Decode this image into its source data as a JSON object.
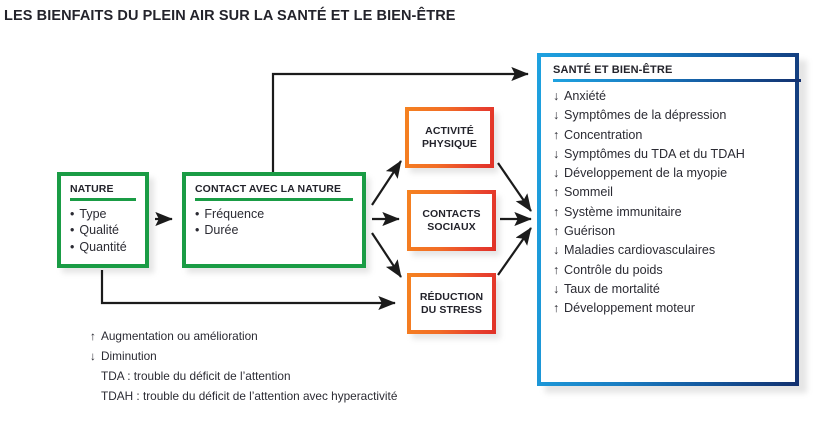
{
  "title": "LES BIENFAITS DU PLEIN AIR SUR LA SANTÉ ET LE BIEN-ÊTRE",
  "colors": {
    "green": "#1a9c45",
    "orange": "#f58220",
    "red": "#e03127",
    "blue_light": "#1ea2e0",
    "blue_dark": "#13306e",
    "text": "#2b2b33",
    "background": "#ffffff"
  },
  "nature_box": {
    "heading": "NATURE",
    "items": [
      "Type",
      "Qualité",
      "Quantité"
    ]
  },
  "contact_box": {
    "heading": "CONTACT AVEC LA NATURE",
    "items": [
      "Fréquence",
      "Durée"
    ]
  },
  "mediators": [
    {
      "line1": "ACTIVITÉ",
      "line2": "PHYSIQUE"
    },
    {
      "line1": "CONTACTS",
      "line2": "SOCIAUX"
    },
    {
      "line1": "RÉDUCTION",
      "line2": "DU STRESS"
    }
  ],
  "health_box": {
    "heading": "SANTÉ ET BIEN-ÊTRE",
    "items": [
      {
        "glyph": "↓",
        "label": "Anxiété"
      },
      {
        "glyph": "↓",
        "label": "Symptômes de la dépression"
      },
      {
        "glyph": "↑",
        "label": "Concentration"
      },
      {
        "glyph": "↓",
        "label": "Symptômes du TDA et du TDAH"
      },
      {
        "glyph": "↓",
        "label": "Développement de la myopie"
      },
      {
        "glyph": "↑",
        "label": "Sommeil"
      },
      {
        "glyph": "↑",
        "label": "Système immunitaire"
      },
      {
        "glyph": "↑",
        "label": "Guérison"
      },
      {
        "glyph": "↓",
        "label": "Maladies cardiovasculaires"
      },
      {
        "glyph": "↑",
        "label": "Contrôle du poids"
      },
      {
        "glyph": "↓",
        "label": "Taux de mortalité"
      },
      {
        "glyph": "↑",
        "label": "Développement moteur"
      }
    ]
  },
  "legend": [
    {
      "glyph": "↑",
      "label": "Augmentation ou amélioration"
    },
    {
      "glyph": "↓",
      "label": "Diminution"
    },
    {
      "glyph": "",
      "label": "TDA : trouble du déficit de l’attention"
    },
    {
      "glyph": "",
      "label": "TDAH : trouble du déficit de l’attention avec hyperactivité"
    }
  ]
}
